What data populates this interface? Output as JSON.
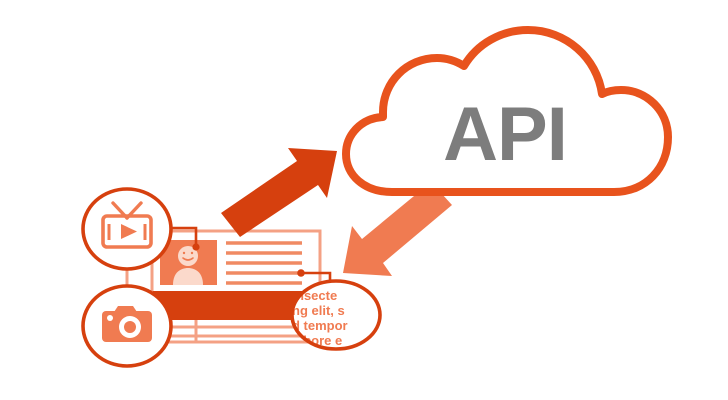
{
  "diagram": {
    "title": "API",
    "background_color": "#ffffff",
    "cloud": {
      "label": "API",
      "label_color": "#7d7d7d",
      "stroke_color": "#e8531d",
      "fill_color": "#ffffff"
    },
    "arrows": [
      {
        "name": "request-arrow",
        "direction": "up-right",
        "color": "#d6400e",
        "meaning": "request"
      },
      {
        "name": "response-arrow",
        "direction": "down-left",
        "color": "#f07b51",
        "meaning": "response"
      }
    ],
    "device_card": {
      "frame_color": "#f4a184",
      "avatar_block_color": "#f07b51",
      "avatar_figure_color": "#fbd9cb",
      "text_line_color": "#f08a63",
      "bar_color": "#d6400e",
      "connector_color": "#d6400e",
      "text_lines_count": 5
    },
    "media_icons": [
      {
        "name": "tv-icon",
        "label": "TV",
        "glyph": "tv-play",
        "ring_color": "#d6400e",
        "fill_color": "#f07b51"
      },
      {
        "name": "camera-icon",
        "label": "Camera",
        "glyph": "camera",
        "ring_color": "#d6400e",
        "fill_color": "#f07b51"
      }
    ],
    "text_bubble": {
      "ring_color": "#d6400e",
      "text_color": "#f07b51",
      "lines": [
        "nsecte",
        "ng elit, s",
        "d tempor",
        "abore e"
      ]
    }
  }
}
